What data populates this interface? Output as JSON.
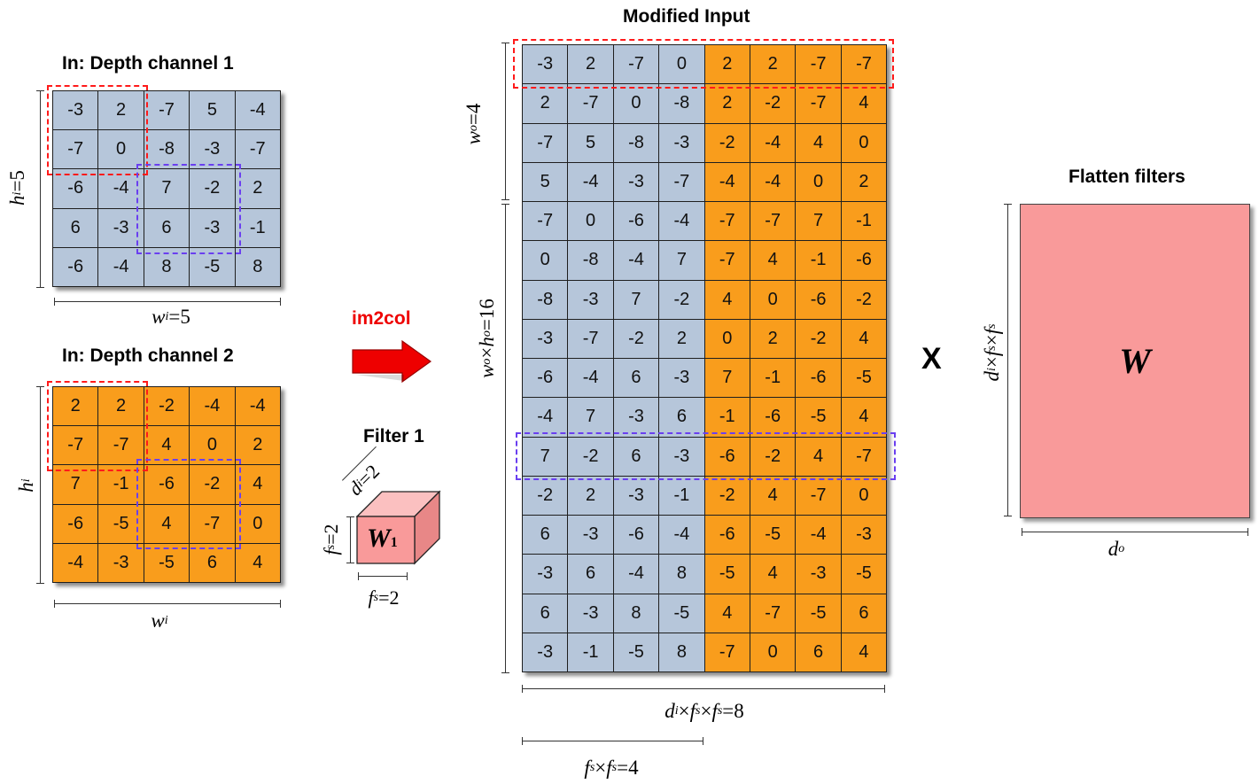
{
  "titles": {
    "channel1": "In: Depth channel 1",
    "channel2": "In: Depth channel 2",
    "modified": "Modified Input",
    "flatten": "Flatten filters",
    "im2col": "im2col",
    "filter": "Filter 1",
    "times": "X"
  },
  "labels": {
    "hi_eq": "=5",
    "wi_eq": "=5",
    "wo_eq": "=4",
    "wh_eq": "=16",
    "dfs_eq": "=8",
    "fs_eq": "=4",
    "filter_di": "=2",
    "filter_fs_v": "=2",
    "filter_fs_h": "=2",
    "weight_main": "W",
    "weight_filter": "W",
    "weight_filter_sub": "1"
  },
  "colors": {
    "blue_cells": "#b6c6da",
    "orange_cells": "#f99d1c",
    "red_highlight": "#ff1a1a",
    "blue_highlight": "#6a3ff0",
    "weight_matrix": "#f99a9a",
    "arrow": "#ee0000",
    "im2col_text": "#ee0000"
  },
  "channel1": [
    [
      "-3",
      "2",
      "-7",
      "5",
      "-4"
    ],
    [
      "-7",
      "0",
      "-8",
      "-3",
      "-7"
    ],
    [
      "-6",
      "-4",
      "7",
      "-2",
      "2"
    ],
    [
      "6",
      "-3",
      "6",
      "-3",
      "-1"
    ],
    [
      "-6",
      "-4",
      "8",
      "-5",
      "8"
    ]
  ],
  "channel2": [
    [
      "2",
      "2",
      "-2",
      "-4",
      "-4"
    ],
    [
      "-7",
      "-7",
      "4",
      "0",
      "2"
    ],
    [
      "7",
      "-1",
      "-6",
      "-2",
      "4"
    ],
    [
      "-6",
      "-5",
      "4",
      "-7",
      "0"
    ],
    [
      "-4",
      "-3",
      "-5",
      "6",
      "4"
    ]
  ],
  "modified": [
    [
      "-3",
      "2",
      "-7",
      "0",
      "2",
      "2",
      "-7",
      "-7"
    ],
    [
      "2",
      "-7",
      "0",
      "-8",
      "2",
      "-2",
      "-7",
      "4"
    ],
    [
      "-7",
      "5",
      "-8",
      "-3",
      "-2",
      "-4",
      "4",
      "0"
    ],
    [
      "5",
      "-4",
      "-3",
      "-7",
      "-4",
      "-4",
      "0",
      "2"
    ],
    [
      "-7",
      "0",
      "-6",
      "-4",
      "-7",
      "-7",
      "7",
      "-1"
    ],
    [
      "0",
      "-8",
      "-4",
      "7",
      "-7",
      "4",
      "-1",
      "-6"
    ],
    [
      "-8",
      "-3",
      "7",
      "-2",
      "4",
      "0",
      "-6",
      "-2"
    ],
    [
      "-3",
      "-7",
      "-2",
      "2",
      "0",
      "2",
      "-2",
      "4"
    ],
    [
      "-6",
      "-4",
      "6",
      "-3",
      "7",
      "-1",
      "-6",
      "-5"
    ],
    [
      "-4",
      "7",
      "-3",
      "6",
      "-1",
      "-6",
      "-5",
      "4"
    ],
    [
      "7",
      "-2",
      "6",
      "-3",
      "-6",
      "-2",
      "4",
      "-7"
    ],
    [
      "-2",
      "2",
      "-3",
      "-1",
      "-2",
      "4",
      "-7",
      "0"
    ],
    [
      "6",
      "-3",
      "-6",
      "-4",
      "-6",
      "-5",
      "-4",
      "-3"
    ],
    [
      "-3",
      "6",
      "-4",
      "8",
      "-5",
      "4",
      "-3",
      "-5"
    ],
    [
      "6",
      "-3",
      "8",
      "-5",
      "4",
      "-7",
      "-5",
      "6"
    ],
    [
      "-3",
      "-1",
      "-5",
      "8",
      "-7",
      "0",
      "6",
      "4"
    ]
  ]
}
